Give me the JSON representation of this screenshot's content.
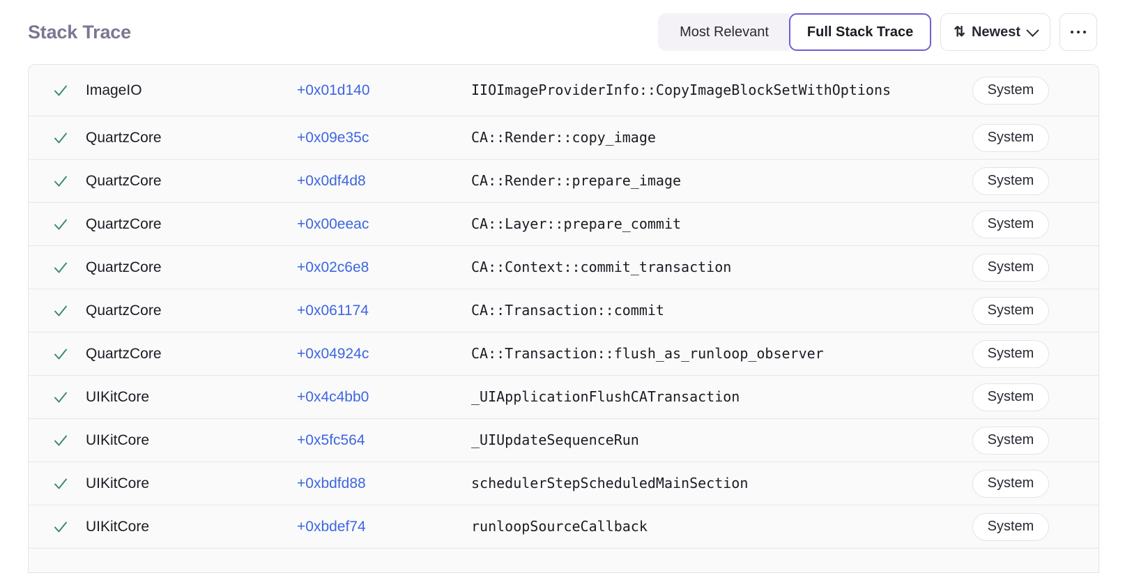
{
  "header": {
    "title": "Stack Trace",
    "view_toggle": {
      "options": [
        "Most Relevant",
        "Full Stack Trace"
      ],
      "selected": "Full Stack Trace"
    },
    "sort": {
      "icon": "sort-arrows-icon",
      "label": "Newest",
      "chevron": "chevron-down-icon"
    },
    "more_menu": {
      "icon": "ellipsis-horizontal-icon",
      "label": "..."
    }
  },
  "colors": {
    "accent_purple": "#6c5fd1",
    "title_purple": "#7c7692",
    "offset_blue": "#3d66e0",
    "check_green": "#3d8b6b",
    "row_bg": "#fafafb",
    "row_border": "#e7e5ed",
    "badge_border": "#e4e2ea",
    "segment_inactive_bg": "#f4f2f7"
  },
  "stack_frames": [
    {
      "status_icon": "checkmark-icon",
      "module": "ImageIO",
      "offset": "+0x01d140",
      "symbol": "IIOImageProviderInfo::CopyImageBlockSetWithOptions",
      "badge": "System"
    },
    {
      "status_icon": "checkmark-icon",
      "module": "QuartzCore",
      "offset": "+0x09e35c",
      "symbol": "CA::Render::copy_image",
      "badge": "System"
    },
    {
      "status_icon": "checkmark-icon",
      "module": "QuartzCore",
      "offset": "+0x0df4d8",
      "symbol": "CA::Render::prepare_image",
      "badge": "System"
    },
    {
      "status_icon": "checkmark-icon",
      "module": "QuartzCore",
      "offset": "+0x00eeac",
      "symbol": "CA::Layer::prepare_commit",
      "badge": "System"
    },
    {
      "status_icon": "checkmark-icon",
      "module": "QuartzCore",
      "offset": "+0x02c6e8",
      "symbol": "CA::Context::commit_transaction",
      "badge": "System"
    },
    {
      "status_icon": "checkmark-icon",
      "module": "QuartzCore",
      "offset": "+0x061174",
      "symbol": "CA::Transaction::commit",
      "badge": "System"
    },
    {
      "status_icon": "checkmark-icon",
      "module": "QuartzCore",
      "offset": "+0x04924c",
      "symbol": "CA::Transaction::flush_as_runloop_observer",
      "badge": "System"
    },
    {
      "status_icon": "checkmark-icon",
      "module": "UIKitCore",
      "offset": "+0x4c4bb0",
      "symbol": "_UIApplicationFlushCATransaction",
      "badge": "System"
    },
    {
      "status_icon": "checkmark-icon",
      "module": "UIKitCore",
      "offset": "+0x5fc564",
      "symbol": "_UIUpdateSequenceRun",
      "badge": "System"
    },
    {
      "status_icon": "checkmark-icon",
      "module": "UIKitCore",
      "offset": "+0xbdfd88",
      "symbol": "schedulerStepScheduledMainSection",
      "badge": "System"
    },
    {
      "status_icon": "checkmark-icon",
      "module": "UIKitCore",
      "offset": "+0xbdef74",
      "symbol": "runloopSourceCallback",
      "badge": "System"
    }
  ]
}
